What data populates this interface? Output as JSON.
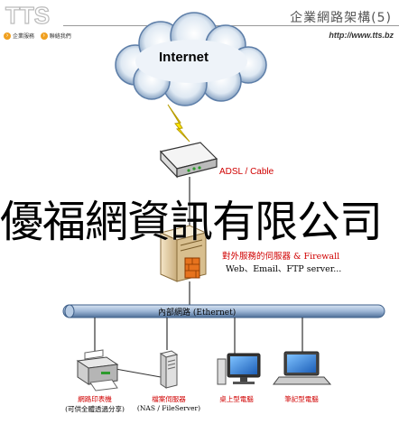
{
  "header": {
    "logo_text": "TTS",
    "title": "企業網路架構(5)",
    "url": "http://www.tts.bz",
    "nav": [
      {
        "label": "企業服務"
      },
      {
        "label": "聯絡我們"
      }
    ]
  },
  "diagram": {
    "internet": "Internet",
    "modem": "ADSL / Cable",
    "server_line1": "對外服務的伺服器 & Firewall",
    "server_line2": "Web、Email、FTP server...",
    "lan": "內部網路 (Ethernet)",
    "devices": [
      {
        "name": "網路印表機",
        "sub": "(可供全體透過分享)"
      },
      {
        "name": "檔案伺服器",
        "sub": "(NAS / FileServer)"
      },
      {
        "name": "桌上型電腦",
        "sub": ""
      },
      {
        "name": "筆記型電腦",
        "sub": ""
      }
    ]
  },
  "watermark": "優福網資訊有限公司"
}
